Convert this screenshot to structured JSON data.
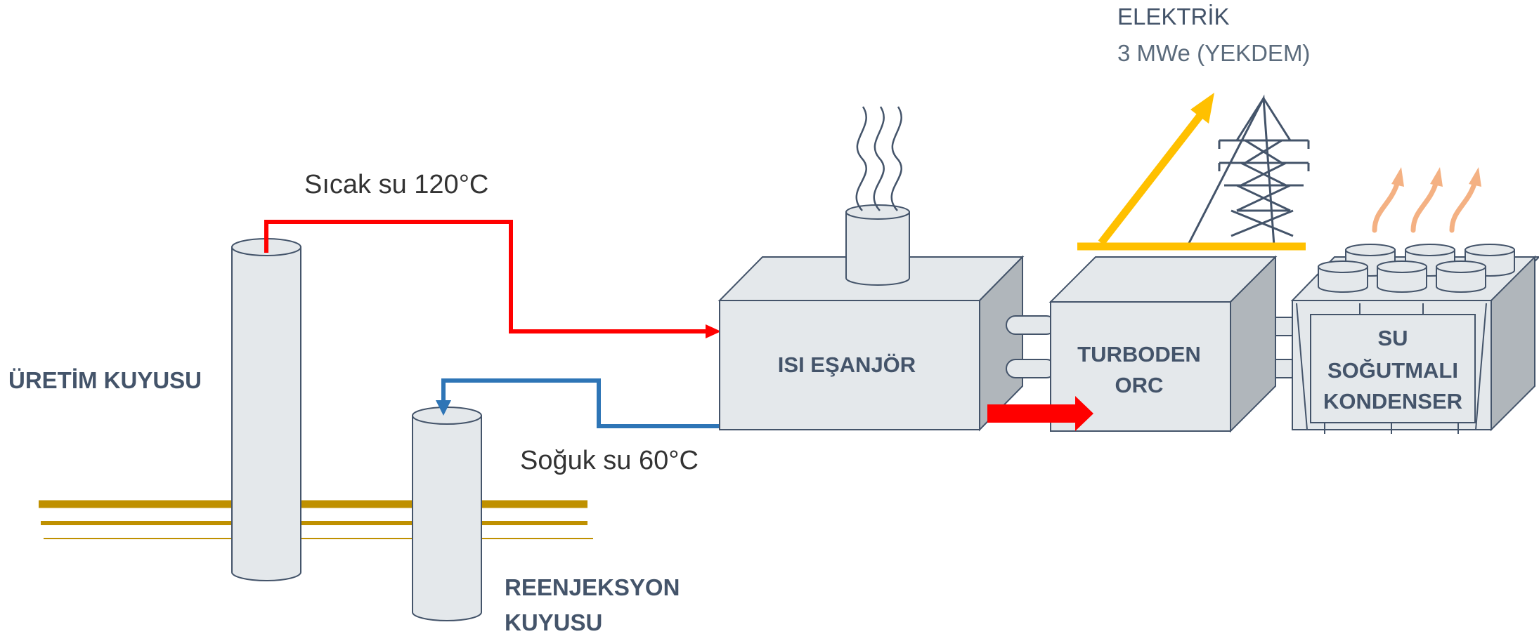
{
  "labels": {
    "uretim_kuyusu": "ÜRETİM KUYUSU",
    "reenjeksiyon_line1": "REENJEKSYON",
    "reenjeksiyon_line2": "KUYUSU",
    "sicak_su": "Sıcak su 120°C",
    "soguk_su": "Soğuk su 60°C",
    "isi_esanjor": "ISI EŞANJÖR",
    "turboden_line1": "TURBODEN",
    "turboden_line2": "ORC",
    "kondenser_line1": "SU",
    "kondenser_line2": "SOĞUTMALI",
    "kondenser_line3": "KONDENSER",
    "elektrik_title": "ELEKTRİK",
    "elektrik_value": "3 MWe (YEKDEM)"
  },
  "colors": {
    "hot_pipe": "#ff0000",
    "cold_pipe": "#2e75b6",
    "power_arrow": "#ffc000",
    "ground_layer": "#bf9000",
    "vapor_arrow": "#f4b183",
    "equipment_fill": "#e4e8eb",
    "equipment_side": "#b0b6bb",
    "equipment_stroke": "#44546a",
    "tower_stroke": "#44546a"
  },
  "icons": {
    "steam": "steam-wave-icon",
    "pylon": "power-pylon-icon",
    "vapor": "vapor-arrow-icon"
  }
}
